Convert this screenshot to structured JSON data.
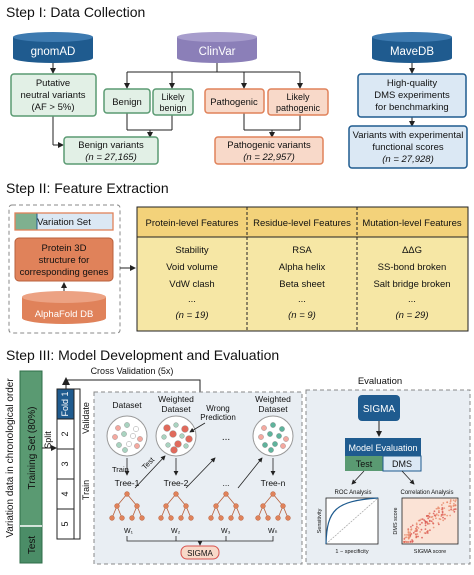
{
  "colors": {
    "blue_dark": "#1f5b8f",
    "blue_light": "#dbe8f4",
    "purple": "#8b7fb8",
    "green": "#5a9a72",
    "green_light": "#e2f0e6",
    "orange": "#e0825a",
    "orange_light": "#f8d9c9",
    "yellow": "#f6e7a5",
    "yellow_header": "#f3d27a",
    "grey_panel": "#e9eef3",
    "red_sigma": "#d9534f"
  },
  "step1": {
    "title": "Step I: Data Collection",
    "gnomad": "gnomAD",
    "clinvar": "ClinVar",
    "mavedb": "MaveDB",
    "putative": [
      "Putative",
      "neutral variants",
      "(AF > 5%)"
    ],
    "benign": "Benign",
    "likely_benign": [
      "Likely",
      "benign"
    ],
    "pathogenic": "Pathogenic",
    "likely_pathogenic": [
      "Likely",
      "pathogenic"
    ],
    "highq": [
      "High-quality",
      "DMS experiments",
      "for benchmarking"
    ],
    "benign_variants": "Benign variants",
    "benign_n": "(n = 27,165)",
    "pathogenic_variants": "Pathogenic variants",
    "pathogenic_n": "(n = 22,957)",
    "experimental": [
      "Variants with experimental",
      "functional scores"
    ],
    "experimental_n": "(n = 27,928)"
  },
  "step2": {
    "title": "Step II: Feature Extraction",
    "variation_set": "Variation Set",
    "protein3d": [
      "Protein 3D",
      "structure for",
      "corresponding genes"
    ],
    "alphafold": "AlphaFold DB",
    "headers": [
      "Protein-level Features",
      "Residue-level Features",
      "Mutation-level Features"
    ],
    "columns": [
      [
        "Stability",
        "Void volume",
        "VdW clash",
        "...",
        "(n = 19)"
      ],
      [
        "RSA",
        "Alpha helix",
        "Beta sheet",
        "...",
        "(n = 9)"
      ],
      [
        "ΔΔG",
        "SS-bond broken",
        "Salt bridge broken",
        "...",
        "(n = 29)"
      ]
    ]
  },
  "step3": {
    "title": "Step III: Model Development and Evaluation",
    "side_label": "Variation data in chronological order",
    "training_set": "Training Set (80%)",
    "test": "Test",
    "cross_validation": "Cross Validation (5x)",
    "fold1": "Fold 1",
    "fold_numbers": [
      "2",
      "3",
      "4",
      "5"
    ],
    "validate": "Validate",
    "split": "Split",
    "train": "Train",
    "dataset": "Dataset",
    "weighted_dataset": [
      "Weighted",
      "Dataset"
    ],
    "wrong_prediction": [
      "Wrong",
      "Prediction"
    ],
    "ellipsis": "...",
    "train_small": "Train",
    "test_small": "Test",
    "trees": [
      "Tree-1",
      "Tree-2",
      "...",
      "Tree-n"
    ],
    "weights": [
      "W₁",
      "W₂",
      "W₃",
      "Wₙ"
    ],
    "sigma": "SIGMA",
    "evaluation": "Evaluation",
    "model_evaluation": "Model Evaluation",
    "eval_test": "Test",
    "eval_dms": "DMS",
    "roc_title": "ROC Analysis",
    "roc_y": "Sensitivity",
    "roc_x": "1 − specificity",
    "corr_title": "Correlation Analysis",
    "corr_y": "DMS score",
    "corr_x": "SIGMA score"
  }
}
